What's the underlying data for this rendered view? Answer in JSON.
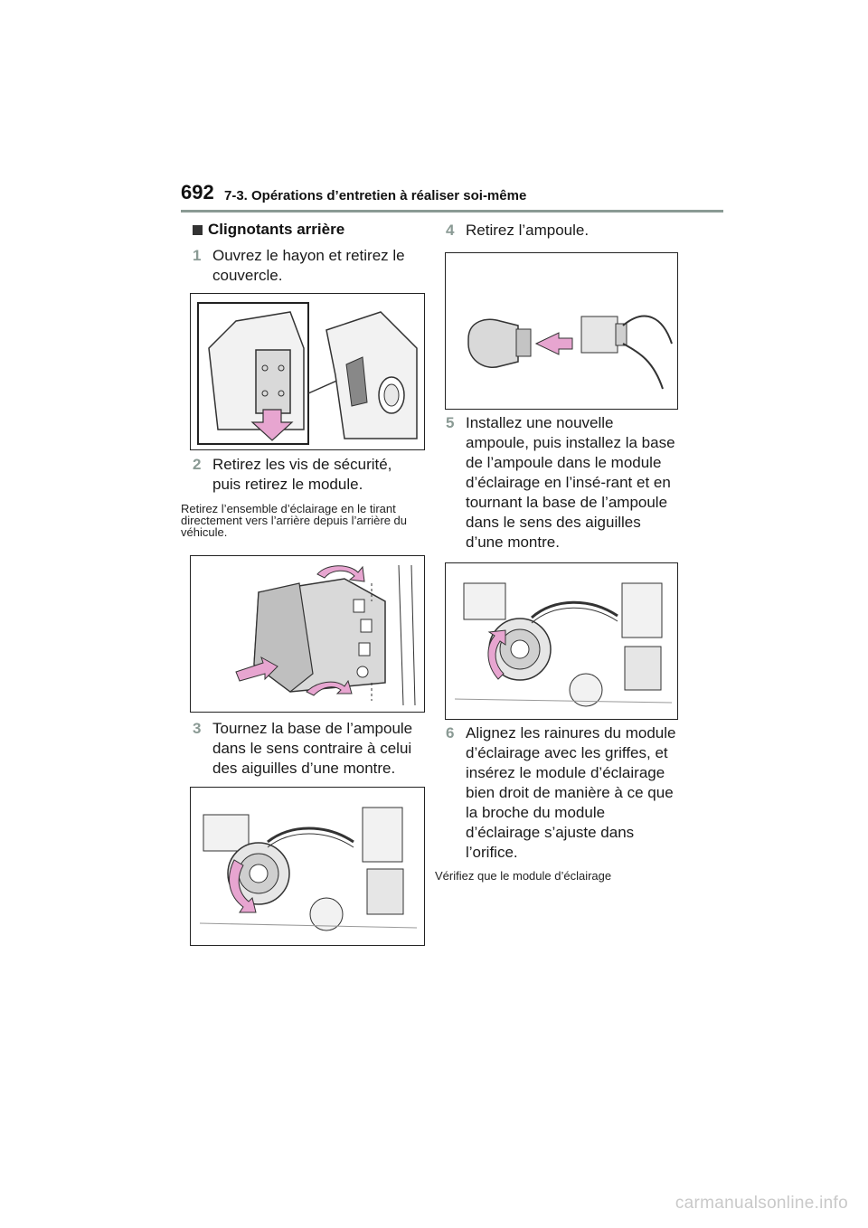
{
  "header": {
    "page_number": "692",
    "section_title": "7-3. Opérations d’entretien à réaliser soi-même"
  },
  "left_column": {
    "subheading": "Clignotants arrière",
    "step1": {
      "number": "1",
      "text": "Ouvrez le hayon et retirez le couvercle."
    },
    "step2": {
      "number": "2",
      "text": "Retirez les vis de sécurité, puis retirez le module."
    },
    "note": "Retirez l’ensemble d’éclairage en le tirant directement vers l’arrière depuis l’arrière du véhicule.",
    "step3": {
      "number": "3",
      "text": "Tournez la base de l’ampoule dans le sens contraire à celui des aiguilles d’une montre."
    }
  },
  "right_column": {
    "step4": {
      "number": "4",
      "text": "Retirez l’ampoule."
    },
    "step5": {
      "number": "5",
      "text": "Installez une nouvelle ampoule, puis installez la base de l’ampoule dans le module d’éclairage en l’insé-rant et en tournant la base de l’ampoule dans le sens des aiguilles d’une montre."
    },
    "step6": {
      "number": "6",
      "text": "Alignez les rainures du module d’éclairage avec les griffes, et insérez le module d’éclairage bien droit de manière à ce que la broche du module d’éclairage s’ajuste dans l’orifice."
    },
    "note": "Vérifiez que le module d’éclairage"
  },
  "figures": {
    "fig1": "cover-removal-illustration",
    "fig2": "module-removal-illustration",
    "fig3": "bulb-base-counterclockwise-illustration",
    "fig4": "bulb-removal-illustration",
    "fig5": "bulb-base-clockwise-illustration"
  },
  "colors": {
    "accent_gray": "#8a9a94",
    "arrow_pink": "#e7a5d0"
  },
  "watermark": "carmanualsonline.info"
}
